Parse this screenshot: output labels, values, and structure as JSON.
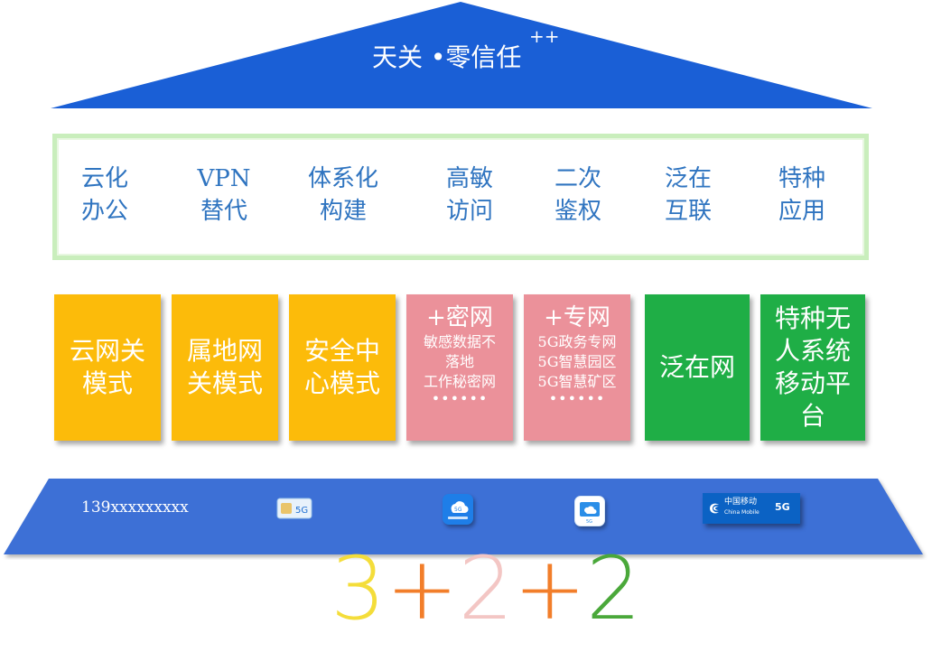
{
  "roof": {
    "title": "天关 •零信任",
    "plus": "++"
  },
  "scenarios": [
    {
      "line1": "云化",
      "line2": "办公"
    },
    {
      "line1": "VPN",
      "line2": "替代"
    },
    {
      "line1": "体系化",
      "line2": "构建"
    },
    {
      "line1": "高敏",
      "line2": "访问"
    },
    {
      "line1": "二次",
      "line2": "鉴权"
    },
    {
      "line1": "泛在",
      "line2": "互联"
    },
    {
      "line1": "特种",
      "line2": "应用"
    }
  ],
  "pillars": [
    {
      "lines": [
        "云网关",
        "模式"
      ]
    },
    {
      "lines": [
        "属地网",
        "关模式"
      ]
    },
    {
      "lines": [
        "安全中",
        "心模式"
      ]
    },
    {
      "title": "+密网",
      "items": [
        "敏感数据不",
        "落地",
        "工作秘密网"
      ],
      "more": "••••••"
    },
    {
      "title": "+专网",
      "items": [
        "5G政务专网",
        "5G智慧园区",
        "5G智慧矿区"
      ],
      "more": "••••••"
    },
    {
      "lines": [
        "泛在网"
      ]
    },
    {
      "lines": [
        "特种无",
        "人系统",
        "移动平",
        "台"
      ]
    }
  ],
  "colors": {
    "roof": "#1a5fd6",
    "base": "#3d6fd6",
    "yellow": "#fcbb0a",
    "pink": "#eb919a",
    "green": "#1fae46",
    "scenario_text": "#2f74c0",
    "band_border": "#c9eebc"
  },
  "base": {
    "phone": "139xxxxxxxxx",
    "icons": [
      "sim-card-5g-icon",
      "cloud-5g-app-icon",
      "cloud-tv-app-icon"
    ],
    "logo": {
      "name": "中国移动",
      "sub": "China Mobile",
      "badge": "5G"
    }
  },
  "formula": {
    "parts": [
      "3",
      "+",
      "2",
      "+",
      "2"
    ],
    "colors": [
      "#f4dd3a",
      "#f27e2a",
      "#f3c6c4",
      "#f27e2a",
      "#4aa83a"
    ]
  }
}
